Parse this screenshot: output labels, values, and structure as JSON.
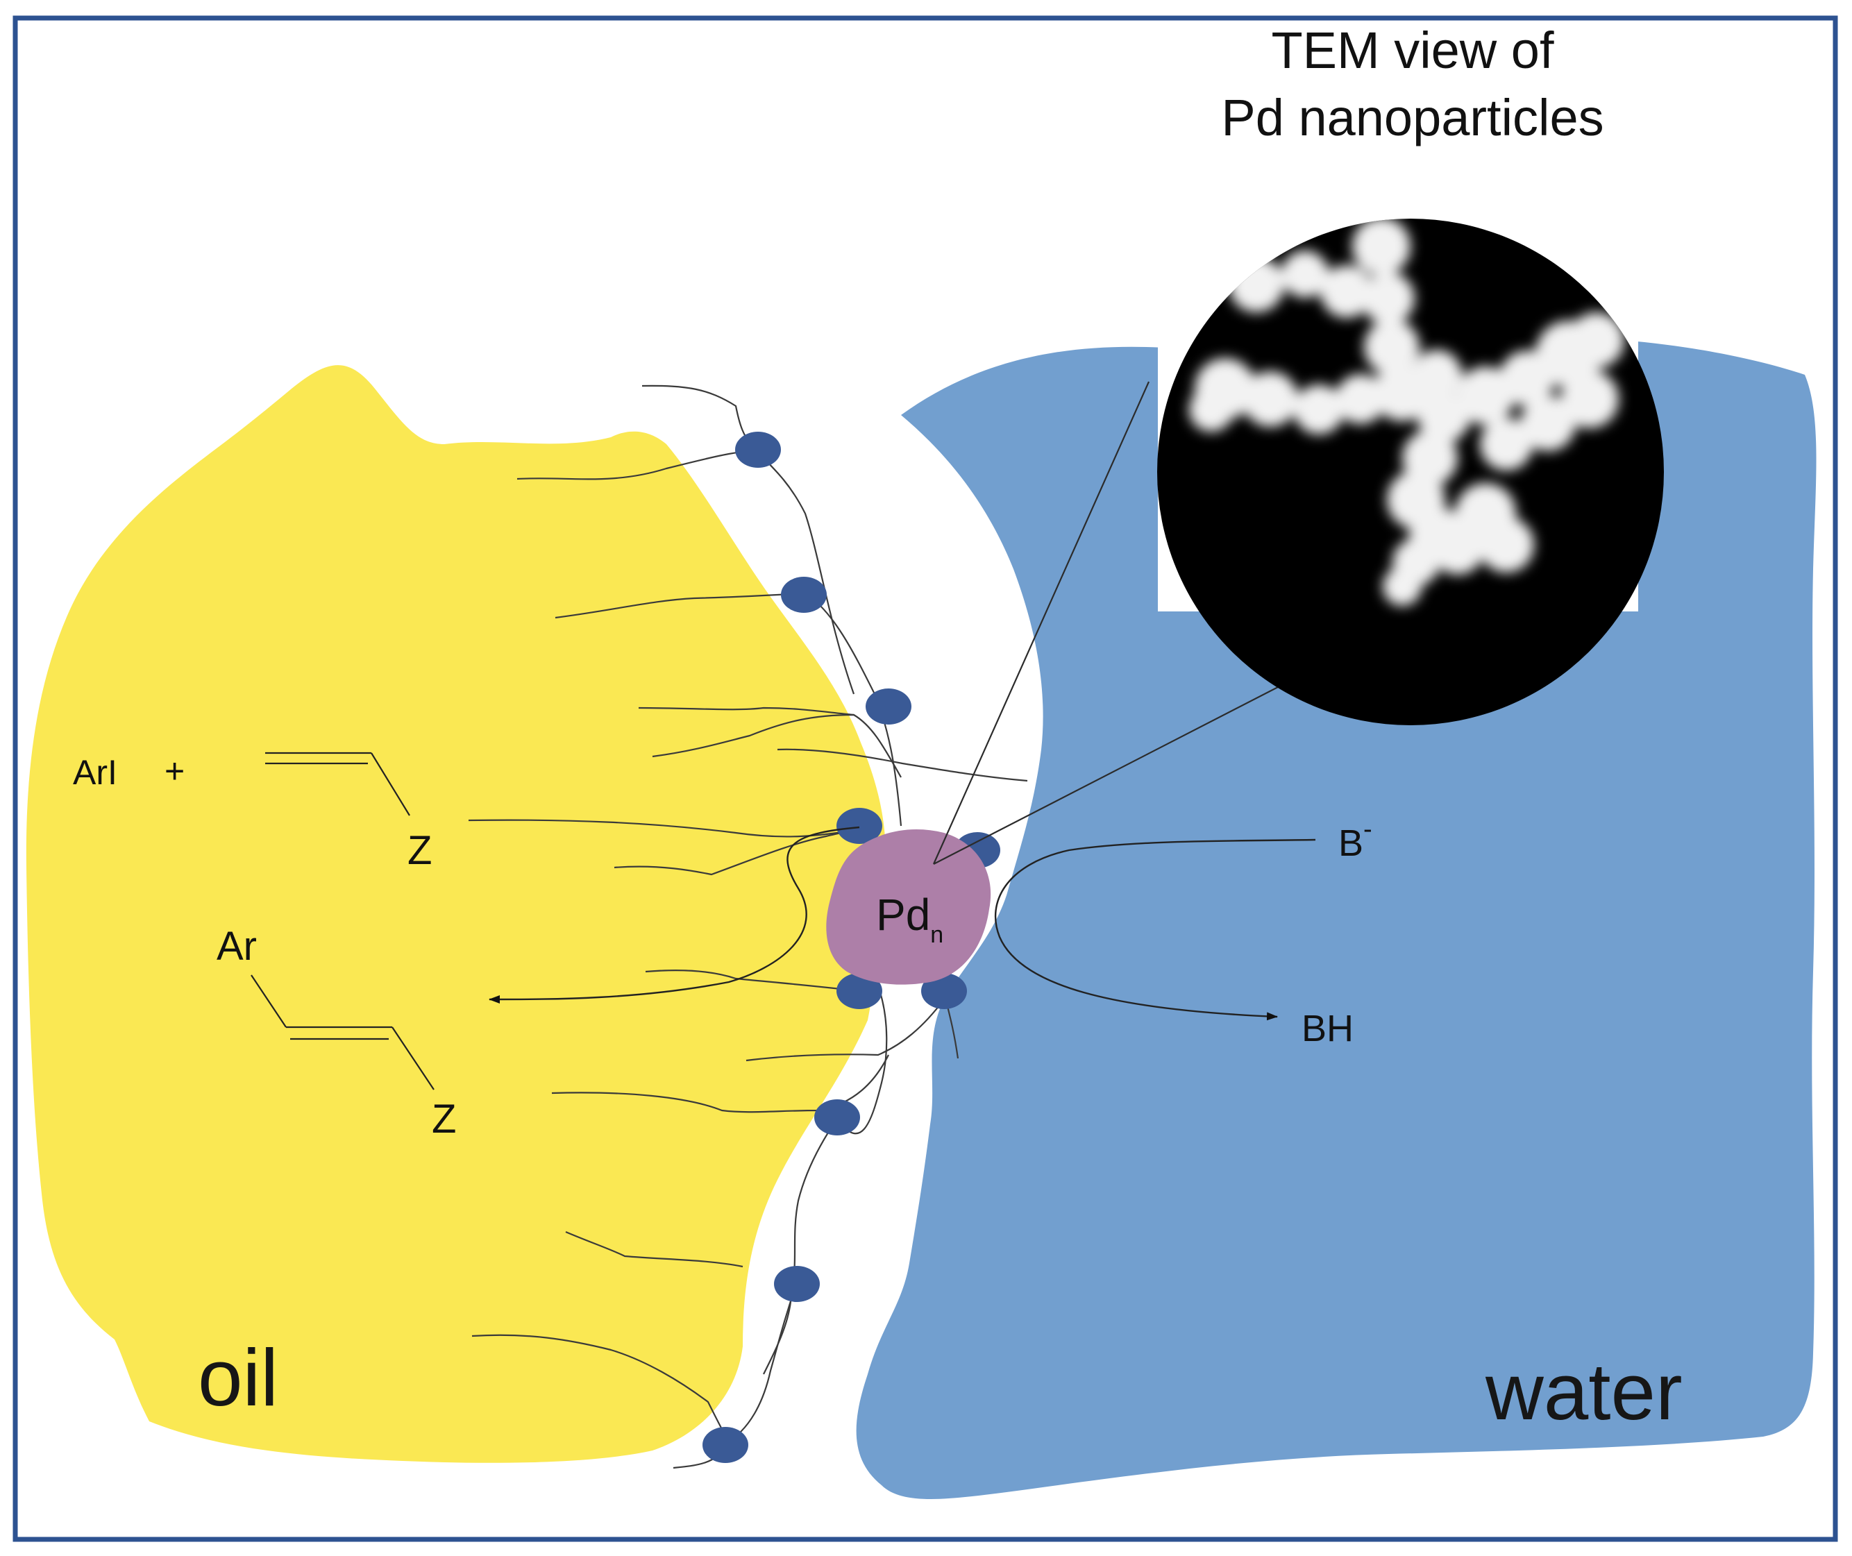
{
  "colors": {
    "border": "#2d5291",
    "oil": "#fae853",
    "water": "#729fcf",
    "surfactant_head": "#1f4a89",
    "pd_particle": "#ad7fa8",
    "tem_background": "#000000"
  },
  "tem": {
    "title_line1": "TEM view of",
    "title_line2": "Pd nanoparticles"
  },
  "phases": {
    "oil_label": "oil",
    "water_label": "water"
  },
  "reaction": {
    "reactant_aryl": "ArI",
    "plus": "+",
    "alkene_substituent": "Z",
    "product_aryl": "Ar",
    "product_substituent": "Z",
    "base": "B",
    "base_charge": "-",
    "conjugate_acid": "BH",
    "catalyst": "Pd",
    "catalyst_subscript": "n"
  }
}
